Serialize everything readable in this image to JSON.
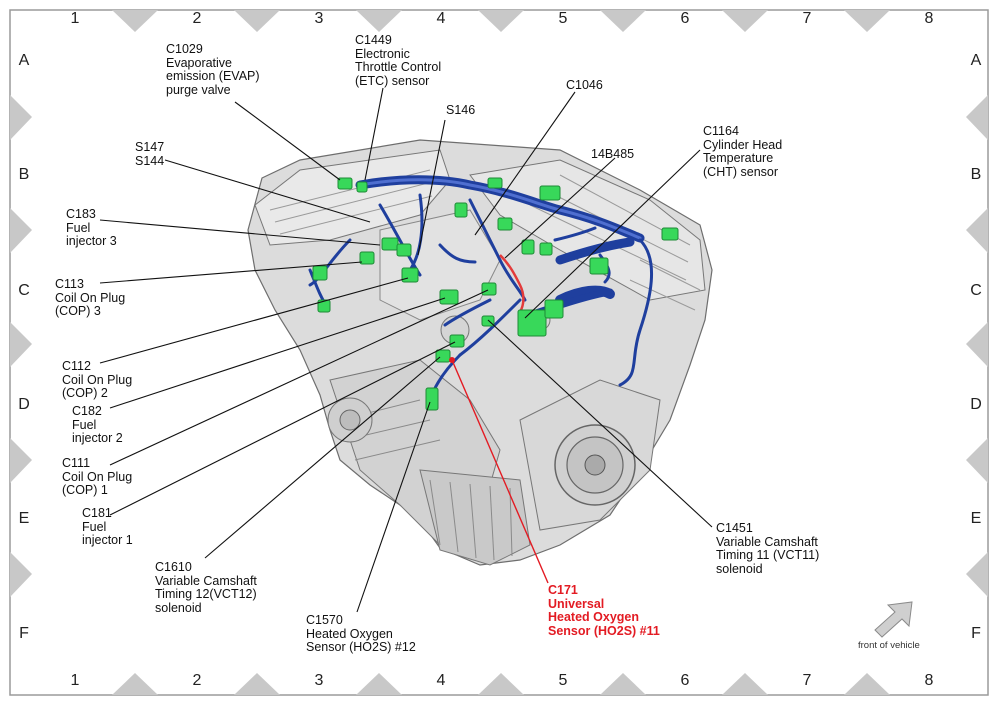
{
  "grid": {
    "columns": [
      "1",
      "2",
      "3",
      "4",
      "5",
      "6",
      "7",
      "8"
    ],
    "rows": [
      "A",
      "B",
      "C",
      "D",
      "E",
      "F"
    ]
  },
  "callouts": {
    "c1029": "C1029\nEvaporative\nemission (EVAP)\npurge valve",
    "c1449": "C1449\nElectronic\nThrottle Control\n(ETC) sensor",
    "s146": "S146",
    "c1046": "C1046",
    "s147_s144": "S147\nS144",
    "n14b485": "14B485",
    "c1164": "C1164\nCylinder Head\nTemperature\n(CHT) sensor",
    "c183": "C183\nFuel\ninjector 3",
    "c113": "C113\nCoil On Plug\n(COP) 3",
    "c112": "C112\nCoil On Plug\n(COP) 2",
    "c182": "C182\nFuel\ninjector 2",
    "c111": "C111\nCoil On Plug\n(COP) 1",
    "c181": "C181\nFuel\ninjector 1",
    "c1610": "C1610\nVariable Camshaft\nTiming 12(VCT12)\nsolenoid",
    "c1570": "C1570\nHeated Oxygen\nSensor (HO2S) #12",
    "c171": "C171\nUniversal\nHeated Oxygen\nSensor (HO2S) #11",
    "c1451": "C1451\nVariable Camshaft\nTiming 11 (VCT11)\nsolenoid"
  },
  "front_of_vehicle": "front of vehicle",
  "colors": {
    "harness": "#1f3f9e",
    "connector": "#38d85a",
    "highlight": "#e31b23",
    "engine": "#d6d6d6"
  }
}
